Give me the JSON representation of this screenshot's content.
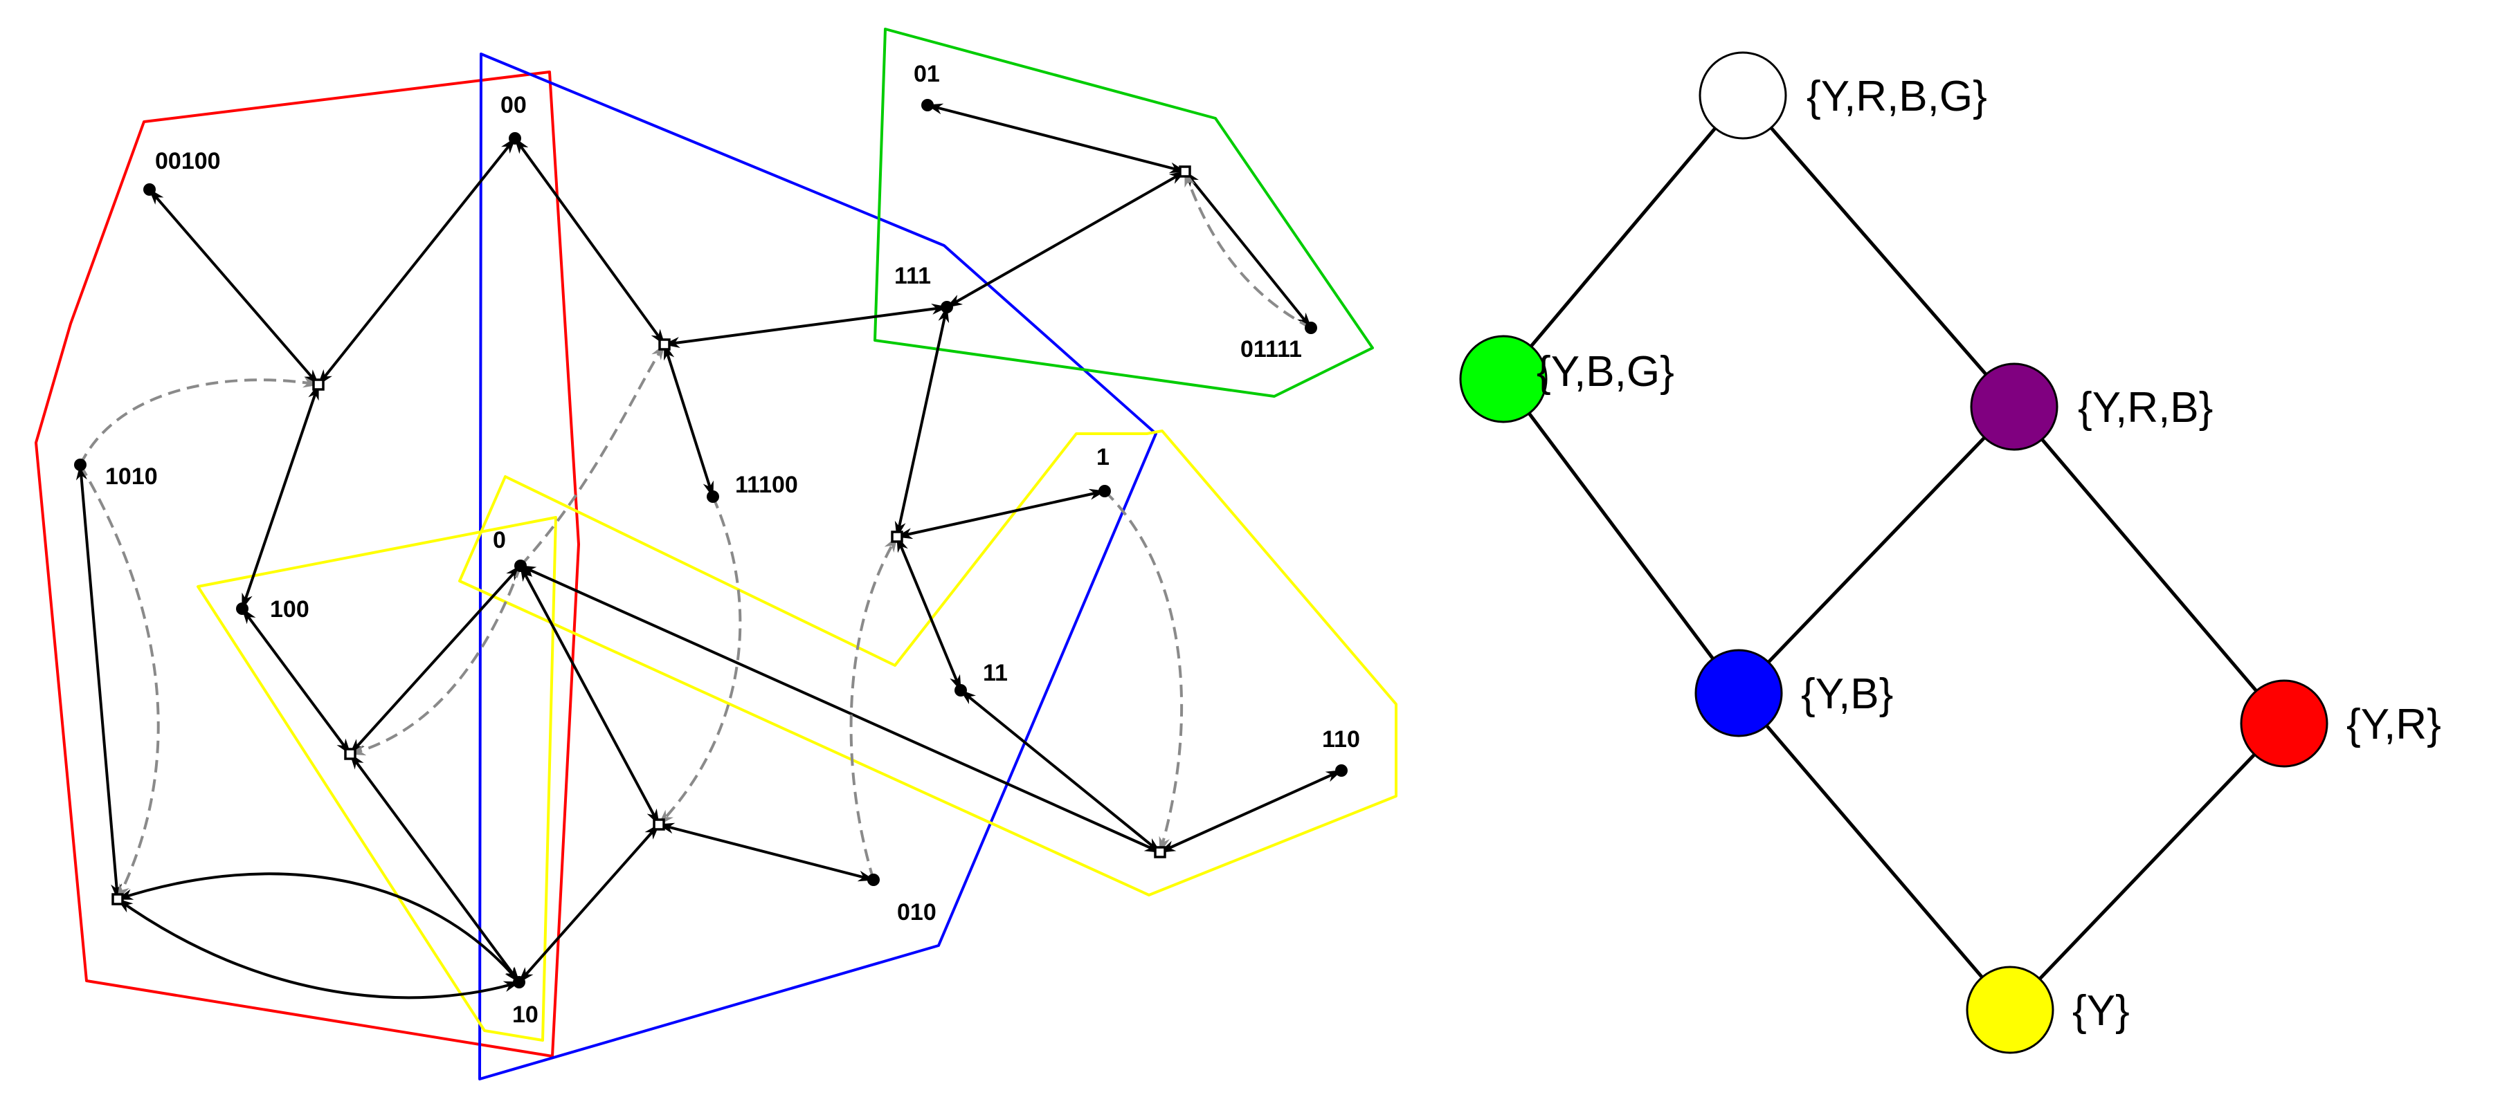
{
  "graph": {
    "nodes": [
      {
        "id": "00100",
        "label": "00100"
      },
      {
        "id": "00",
        "label": "00"
      },
      {
        "id": "01",
        "label": "01"
      },
      {
        "id": "111",
        "label": "111"
      },
      {
        "id": "01111",
        "label": "01111"
      },
      {
        "id": "1010",
        "label": "1010"
      },
      {
        "id": "11100",
        "label": "11100"
      },
      {
        "id": "1",
        "label": "1"
      },
      {
        "id": "0",
        "label": "0"
      },
      {
        "id": "100",
        "label": "100"
      },
      {
        "id": "11",
        "label": "11"
      },
      {
        "id": "110",
        "label": "110"
      },
      {
        "id": "010",
        "label": "010"
      },
      {
        "id": "10",
        "label": "10"
      }
    ],
    "colors": {
      "red": "#ff0000",
      "blue": "#0000ff",
      "green": "#00cc00",
      "yellow": "#ffff00",
      "edge": "#000000",
      "dashed_edge": "#8a8a8a"
    }
  },
  "lattice": {
    "nodes": [
      {
        "id": "YRBG",
        "label": "{Y,R,B,G}",
        "color": "#ffffff"
      },
      {
        "id": "YBG",
        "label": "{Y,B,G}",
        "color": "#00ff00"
      },
      {
        "id": "YRB",
        "label": "{Y,R,B}",
        "color": "#800080"
      },
      {
        "id": "YB",
        "label": "{Y,B}",
        "color": "#0000ff"
      },
      {
        "id": "YR",
        "label": "{Y,R}",
        "color": "#ff0000"
      },
      {
        "id": "Y",
        "label": "{Y}",
        "color": "#ffff00"
      }
    ],
    "edges": [
      [
        "YRBG",
        "YBG"
      ],
      [
        "YRBG",
        "YRB"
      ],
      [
        "YBG",
        "YB"
      ],
      [
        "YRB",
        "YB"
      ],
      [
        "YRB",
        "YR"
      ],
      [
        "YB",
        "Y"
      ],
      [
        "YR",
        "Y"
      ]
    ]
  }
}
